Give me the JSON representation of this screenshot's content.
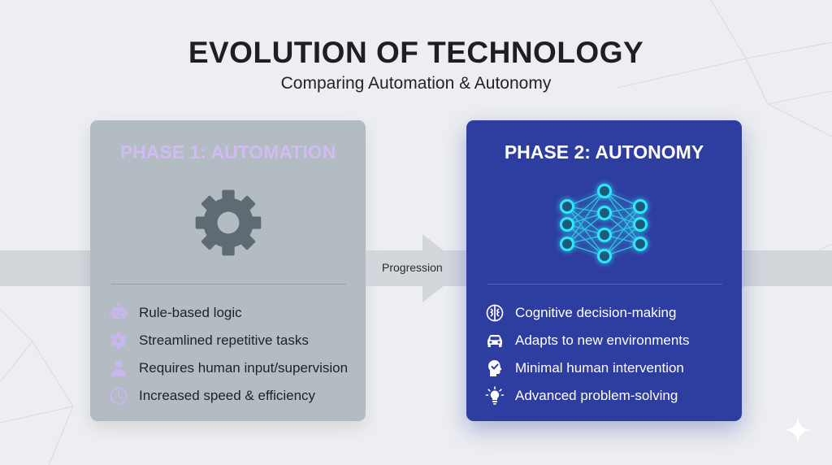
{
  "header": {
    "title": "EVOLUTION OF TECHNOLOGY",
    "subtitle": "Comparing Automation & Autonomy"
  },
  "connector": {
    "label": "Progression",
    "icon": "right-arrow-icon"
  },
  "phase1": {
    "title": "PHASE 1: AUTOMATION",
    "hero_icon": "gear-icon",
    "items": [
      {
        "icon": "robot-icon",
        "label": "Rule-based logic"
      },
      {
        "icon": "gear-icon",
        "label": "Streamlined repetitive tasks"
      },
      {
        "icon": "person-icon",
        "label": "Requires human input/supervision"
      },
      {
        "icon": "clock-icon",
        "label": "Increased speed & efficiency"
      }
    ]
  },
  "phase2": {
    "title": "PHASE 2: AUTONOMY",
    "hero_icon": "neural-network-icon",
    "items": [
      {
        "icon": "brain-icon",
        "label": "Cognitive decision-making"
      },
      {
        "icon": "car-icon",
        "label": "Adapts to new environments"
      },
      {
        "icon": "head-check-icon",
        "label": "Minimal human intervention"
      },
      {
        "icon": "lightbulb-icon",
        "label": "Advanced problem-solving"
      }
    ]
  },
  "colors": {
    "background": "#eceef1",
    "phase1_card": "#b3bcc3",
    "phase1_title": "#d0bcf0",
    "phase1_icons": "#c9b6ee",
    "phase2_card": "#2e3da0",
    "network_glow": "#2ee6ff"
  }
}
